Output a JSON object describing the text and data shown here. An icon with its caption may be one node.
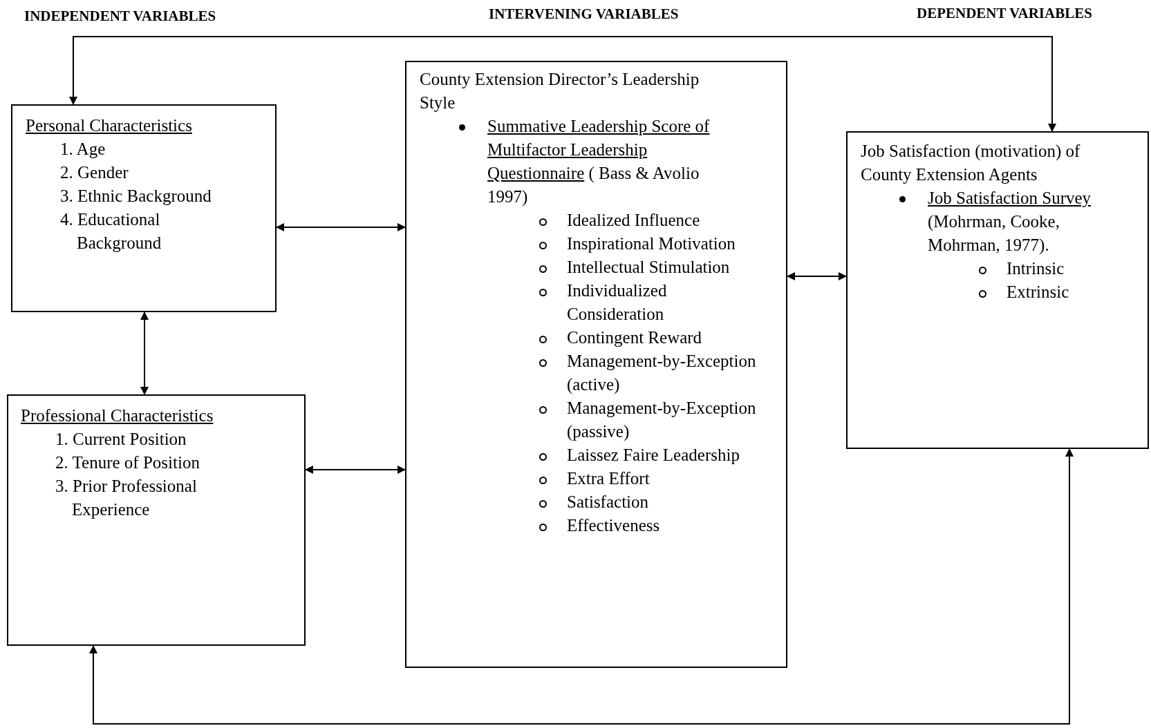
{
  "diagram": {
    "nodes": [
      {
        "text": [
          "Personal Characteristics",
          "1. Age",
          "2. Gender",
          "3. Ethnic Background",
          "4. Educational Background"
        ]
      },
      {
        "text": [
          "Professional Characteristics",
          "1. Current Position",
          "2. Tenure of Position",
          "3. Prior Professional Experience"
        ]
      },
      {
        "text": [
          "County Extension Director’s Leadership Style",
          "Summative Leadership Score of Multifactor Leadership Questionnaire",
          "( Bass & Avolio 1997)",
          "Idealized Influence",
          "Inspirational Motivation",
          "Intellectual Stimulation",
          "Individualized Consideration",
          "Contingent Reward",
          "Management-by-Exception (active)",
          "Management-by-Exception (passive)",
          "Laissez Faire Leadership",
          "Extra Effort",
          "Satisfaction",
          "Effectiveness"
        ]
      },
      {
        "text": [
          "Job Satisfaction (motivation) of County Extension Agents",
          "Job Satisfaction Survey",
          "(Mohrman, Cooke, Mohrman, 1977).",
          "Intrinsic",
          "Extrinsic"
        ]
      }
    ],
    "edges": [
      {
        "from": 0,
        "to": 2,
        "arrow": "both"
      },
      {
        "from": 0,
        "to": 1,
        "arrow": "both"
      },
      {
        "from": 1,
        "to": 2,
        "arrow": "both"
      },
      {
        "from": 2,
        "to": 3,
        "arrow": "both"
      },
      {
        "from": 0,
        "to": 3,
        "arrow": "both"
      },
      {
        "from": 1,
        "to": 3,
        "arrow": "both"
      }
    ],
    "labels": [
      "INDEPENDENT VARIABLES",
      "INTERVENING VARIABLES",
      "DEPENDENT VARIABLES"
    ]
  }
}
